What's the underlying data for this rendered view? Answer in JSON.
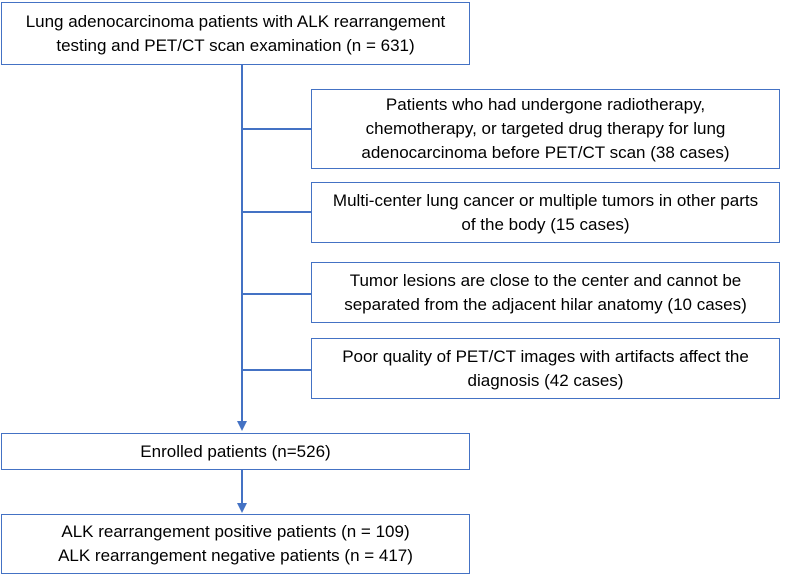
{
  "colors": {
    "stroke": "#4472c4",
    "text": "#000000",
    "background": "#ffffff"
  },
  "nodes": {
    "initial": {
      "lines": [
        "Lung adenocarcinoma  patients with ALK rearrangement",
        "testing and PET/CT  scan examination (n = 631)"
      ]
    },
    "exclusions": [
      {
        "lines": [
          "Patients who had undergone radiotherapy,",
          "chemotherapy,  or targeted drug therapy for lung",
          "adenocarcinoma  before PET/CT scan (38 cases)"
        ]
      },
      {
        "lines": [
          "Multi-center lung cancer or multiple tumors in other parts",
          "of the body (15 cases)"
        ]
      },
      {
        "lines": [
          "Tumor lesions are close to the center and cannot be",
          "separated  from  the adjacent hilar anatomy (10 cases)"
        ]
      },
      {
        "lines": [
          "Poor  quality of PET/CT images with artifacts affect the",
          "diagnosis (42 cases)"
        ]
      }
    ],
    "enrolled": {
      "lines": [
        "Enrolled  patients  (n=526)"
      ]
    },
    "outcome": {
      "lines": [
        "ALK rearrangement  positive patients (n = 109)",
        "ALK rearrangement  negative patients (n = 417)"
      ]
    }
  }
}
